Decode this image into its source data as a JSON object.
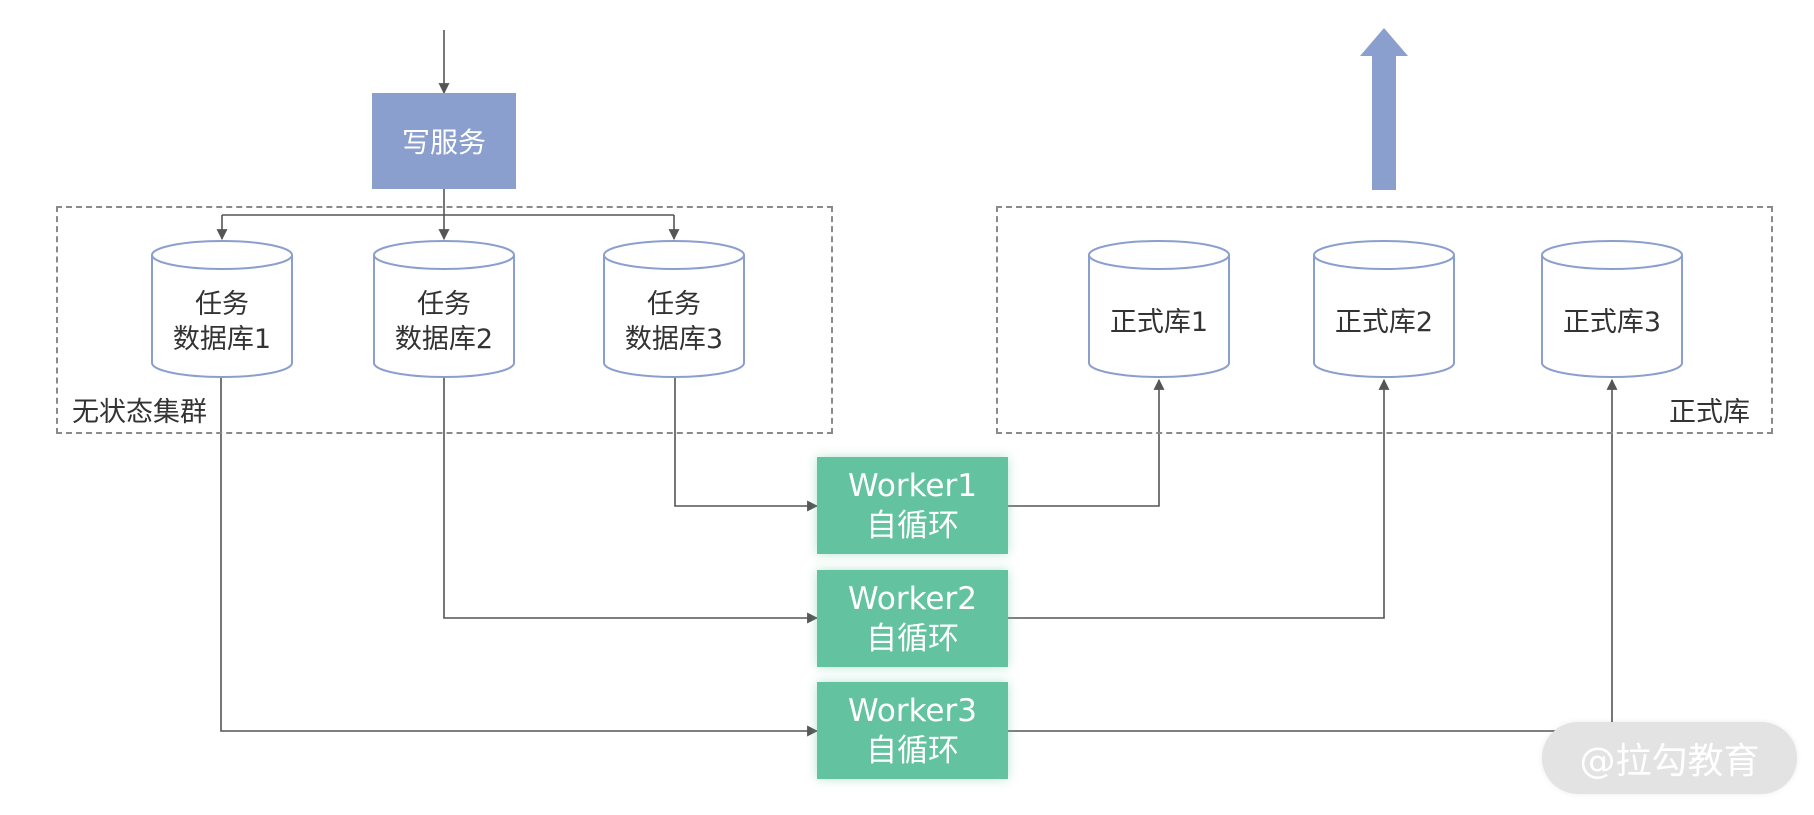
{
  "colors": {
    "service": "#8b9fce",
    "worker": "#63c3a1",
    "db_border": "#8b9fce",
    "line": "#555555",
    "dash": "#8a8a8a",
    "arrow_up": "#8b9fce"
  },
  "write_service": {
    "label": "写服务"
  },
  "stateless_cluster": {
    "label": "无状态集群",
    "databases": [
      {
        "line1": "任务",
        "line2": "数据库1"
      },
      {
        "line1": "任务",
        "line2": "数据库2"
      },
      {
        "line1": "任务",
        "line2": "数据库3"
      }
    ]
  },
  "formal_cluster": {
    "label": "正式库",
    "databases": [
      {
        "label": "正式库1"
      },
      {
        "label": "正式库2"
      },
      {
        "label": "正式库3"
      }
    ]
  },
  "workers": [
    {
      "name": "Worker1",
      "desc": "自循环"
    },
    {
      "name": "Worker2",
      "desc": "自循环"
    },
    {
      "name": "Worker3",
      "desc": "自循环"
    }
  ],
  "watermark": "@拉勾教育"
}
